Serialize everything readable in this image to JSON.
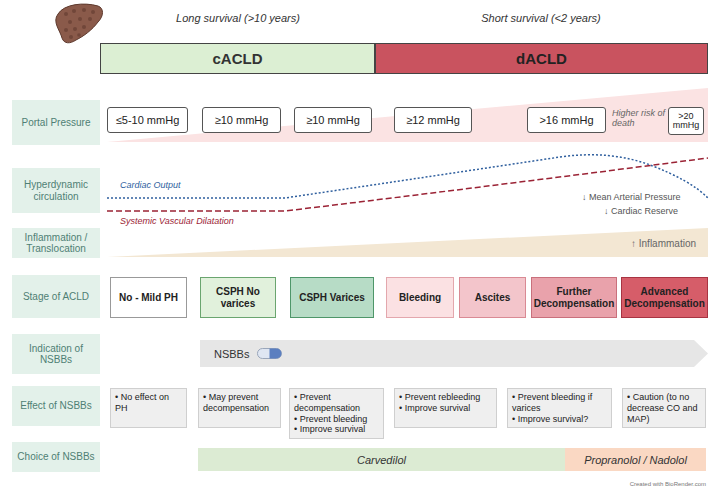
{
  "diagram": {
    "nodes": [
      {
        "text": [
          "cACLD"
        ]
      },
      {
        "text": [
          "dACLD"
        ]
      },
      {
        "text": [
          "Portal Pressure"
        ]
      },
      {
        "text": [
          "≤5-10 mmHg"
        ]
      },
      {
        "text": [
          "≥10 mmHg"
        ]
      },
      {
        "text": [
          "≥10 mmHg"
        ]
      },
      {
        "text": [
          "≥12 mmHg"
        ]
      },
      {
        "text": [
          ">16 mmHg"
        ]
      },
      {
        "text": [
          ">20 mmHg"
        ]
      },
      {
        "text": [
          "Hyperdynamic circulation"
        ]
      },
      {
        "text": [
          "Inflammation / Translocation"
        ]
      },
      {
        "text": [
          "Stage of ACLD"
        ]
      },
      {
        "text": [
          "No - Mild PH"
        ]
      },
      {
        "text": [
          "CSPH No varices"
        ]
      },
      {
        "text": [
          "CSPH Varices"
        ]
      },
      {
        "text": [
          "Bleeding"
        ]
      },
      {
        "text": [
          "Ascites"
        ]
      },
      {
        "text": [
          "Further Decompensation"
        ]
      },
      {
        "text": [
          "Advanced Decompensation"
        ]
      },
      {
        "text": [
          "Indication of NSBBs"
        ]
      },
      {
        "text": [
          "NSBBs"
        ]
      },
      {
        "text": [
          "Effect of NSBBs"
        ]
      },
      {
        "text": [
          "• No effect on PH"
        ]
      },
      {
        "text": [
          "• May prevent decompensation"
        ]
      },
      {
        "text": [
          "• Prevent decompensation",
          "• Prevent bleeding",
          "• Improve survival"
        ]
      },
      {
        "text": [
          "• Prevent rebleeding",
          "• Improve survival"
        ]
      },
      {
        "text": [
          "• Prevent bleeding if varices",
          "• Improve survival?"
        ]
      },
      {
        "text": [
          "• Caution (to no decrease CO and MAP)"
        ]
      },
      {
        "text": [
          "Choice of NSBBs"
        ]
      },
      {
        "text": [
          "Carvedilol"
        ]
      },
      {
        "text": [
          "Propranolol / Nadolol"
        ]
      }
    ],
    "labels": [
      "Long survival (>10 years)",
      "Short survival (<2 years)",
      "Higher risk of death",
      "Cardiac Output",
      "Systemic Vascular Dilatation",
      "↓ Mean Arterial Pressure",
      "↓ Cardiac Reserve",
      "↑ Inflammation",
      "Created with BioRender.com"
    ]
  }
}
